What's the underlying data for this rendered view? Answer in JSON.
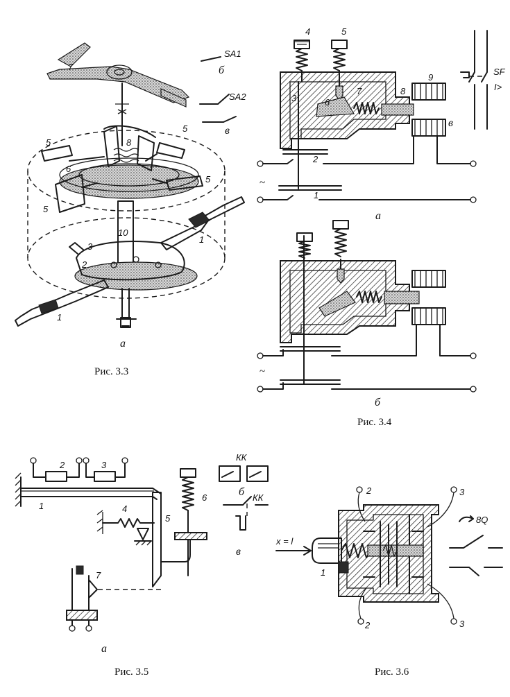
{
  "figures": {
    "fig33": {
      "caption": "Рис. 3.3",
      "sublabels": {
        "a": "а",
        "b": "б",
        "v": "в"
      },
      "contacts": {
        "sa1": "SA1",
        "sa2": "SA2"
      },
      "numbers": {
        "n1a": "1",
        "n1b": "1",
        "n2": "2",
        "n3": "3",
        "n5a": "5",
        "n5b": "5",
        "n5c": "5",
        "n5d": "5",
        "n6": "6",
        "n7": "7",
        "n8": "8",
        "n10": "10"
      }
    },
    "fig34": {
      "caption": "Рис. 3.4",
      "sublabels": {
        "a": "а",
        "b": "б",
        "v": "в"
      },
      "numbers": {
        "n1": "1",
        "n2": "2",
        "n3": "3",
        "n4": "4",
        "n5": "5",
        "n6": "6",
        "n7": "7",
        "n8": "8",
        "n9": "9"
      },
      "breaker": {
        "name": "SF",
        "trip": "I>"
      },
      "ac_symbol_a": "~",
      "ac_symbol_b": "~"
    },
    "fig35": {
      "caption": "Рис. 3.5",
      "sublabels": {
        "a": "а",
        "b": "б",
        "v": "в"
      },
      "numbers": {
        "n1": "1",
        "n2": "2",
        "n3": "3",
        "n4": "4",
        "n5": "5",
        "n6": "6",
        "n7": "7"
      },
      "relay_b": "КК",
      "relay_v": "КК"
    },
    "fig36": {
      "caption": "Рис. 3.6",
      "numbers": {
        "n1": "1",
        "n2a": "2",
        "n2b": "2",
        "n3a": "3",
        "n3b": "3"
      },
      "input": "x = l",
      "switch": "8Q"
    }
  }
}
